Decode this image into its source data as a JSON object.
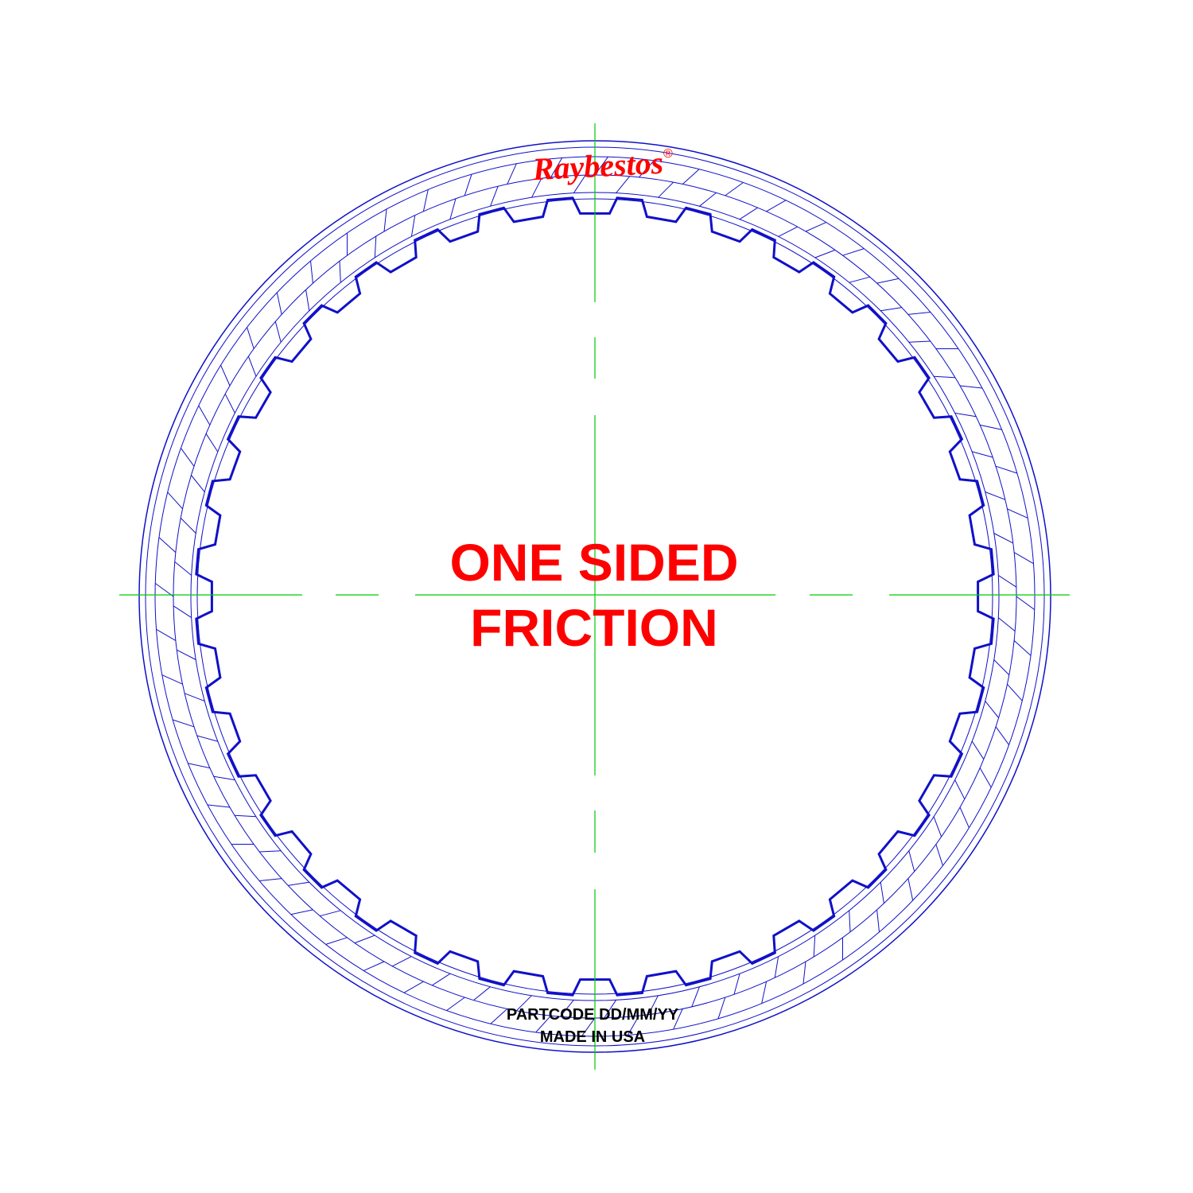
{
  "brand": {
    "logo_text": "Raybestos",
    "registered_mark": "®"
  },
  "friction_label": {
    "line1": "ONE SIDED",
    "line2": "FRICTION"
  },
  "stamp": {
    "line1": "PARTCODE DD/MM/YY",
    "line2": "MADE IN USA"
  },
  "colors": {
    "outline": "#1010c8",
    "label": "#ff0000",
    "centerline": "#00cc00",
    "stamp": "#000000"
  },
  "plate": {
    "inner_teeth_count": 36,
    "friction_segments_count": 60
  }
}
